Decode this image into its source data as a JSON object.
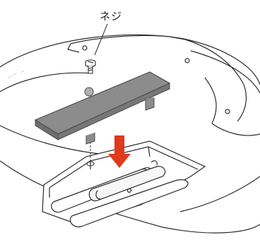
{
  "callouts": {
    "screw_label": "ネジ"
  },
  "colors": {
    "line": "#2b2b2b",
    "cover_fill": "#8c8c8c",
    "cover_edge": "#5c5c5c",
    "arrow": "#e0391c",
    "base": "#ffffff",
    "battery_hl": "#f2f2f2"
  },
  "parts": [
    "screw",
    "battery-cover",
    "insertion-arrow",
    "battery-compartment",
    "battery-1",
    "battery-2",
    "device-base"
  ]
}
